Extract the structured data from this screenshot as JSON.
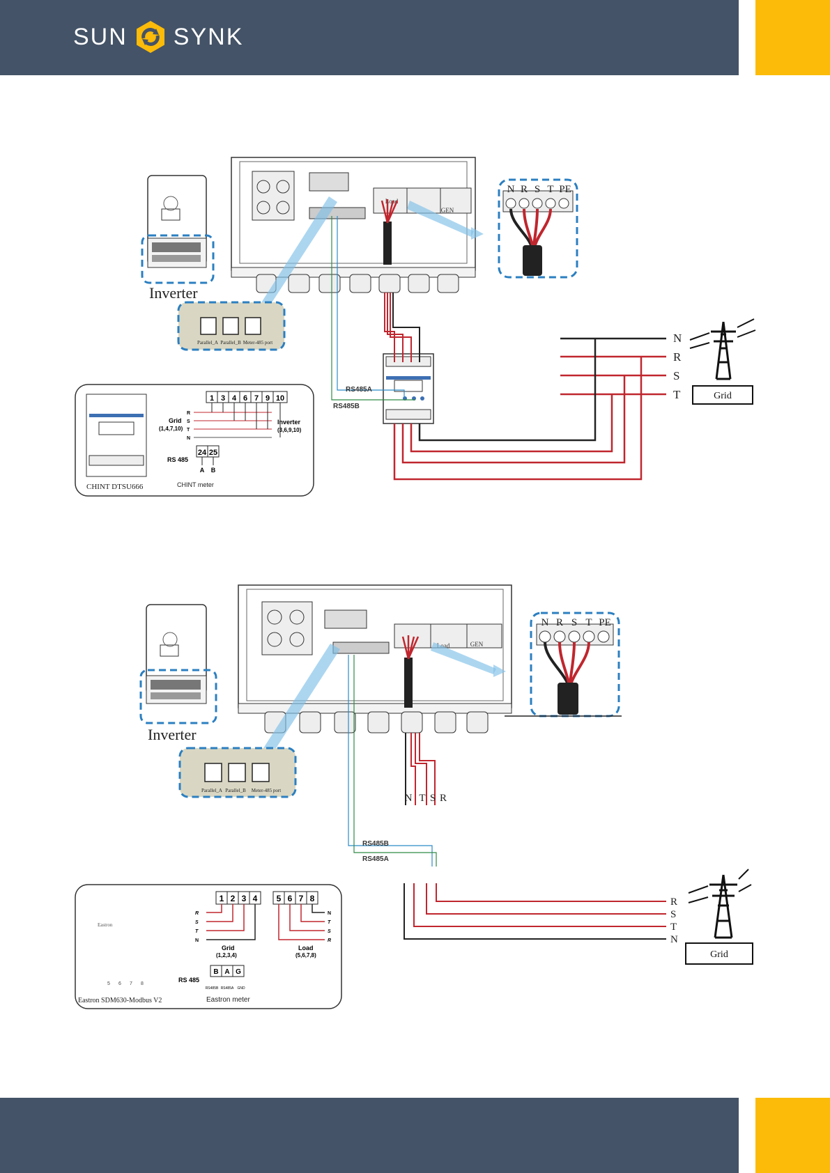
{
  "brand": {
    "left": "SUN",
    "right": "SYNK",
    "accent_color": "#fbbb08",
    "header_color": "#445367"
  },
  "diagram1": {
    "inverter_label": "Inverter",
    "ports": [
      "Parallel_A",
      "Parallel_B",
      "Meter-485 port"
    ],
    "terminal_headers": [
      "N",
      "R",
      "S",
      "T",
      "PE"
    ],
    "grid_label": "Grid",
    "grid_lines": [
      "N",
      "R",
      "S",
      "T"
    ],
    "rs485a": "RS485A",
    "rs485b": "RS485B",
    "inner_labels": {
      "load": "Load",
      "gen": "GEN"
    },
    "meter_box": {
      "model": "CHINT DTSU666",
      "terminals": [
        "1",
        "3",
        "4",
        "6",
        "7",
        "9",
        "10"
      ],
      "rows": [
        "R",
        "S",
        "T",
        "N"
      ],
      "grid": "Grid",
      "grid_terms": "(1,4,7,10)",
      "inverter": "Inverter",
      "inverter_terms": "(3,6,9,10)",
      "rs485": "RS 485",
      "rs_terminals": [
        "24",
        "25"
      ],
      "rs_letters": [
        "A",
        "B"
      ],
      "caption": "CHINT meter"
    }
  },
  "diagram2": {
    "inverter_label": "Inverter",
    "ports": [
      "Parallel_A",
      "Parallel_B",
      "Meter-485 port"
    ],
    "terminal_headers": [
      "N",
      "R",
      "S",
      "T",
      "PE"
    ],
    "grid_label": "Grid",
    "grid_lines": [
      "R",
      "S",
      "T",
      "N"
    ],
    "cable_labels": [
      "N",
      "T",
      "S",
      "R"
    ],
    "rs485b": "RS485B",
    "rs485a": "RS485A",
    "inner_labels": {
      "load": "Load",
      "gen": "GEN"
    },
    "meter_box": {
      "model": "Eastron SDM630-Modbus V2",
      "small_label": "Eastron",
      "grid_terminals": [
        "1",
        "2",
        "3",
        "4"
      ],
      "load_terminals": [
        "5",
        "6",
        "7",
        "8"
      ],
      "left_rows": [
        "R",
        "S",
        "T",
        "N"
      ],
      "right_rows": [
        "N",
        "T",
        "S",
        "R"
      ],
      "grid": "Grid",
      "grid_terms": "(1,2,3,4)",
      "load": "Load",
      "load_terms": "(5,6,7,8)",
      "rs485": "RS 485",
      "rs_terminals": [
        "B",
        "A",
        "G"
      ],
      "rs_sub": [
        "RS485B",
        "RS485A",
        "GND"
      ],
      "bottom_numbers": [
        "5",
        "6",
        "7",
        "8"
      ],
      "caption": "Eastron meter"
    }
  }
}
